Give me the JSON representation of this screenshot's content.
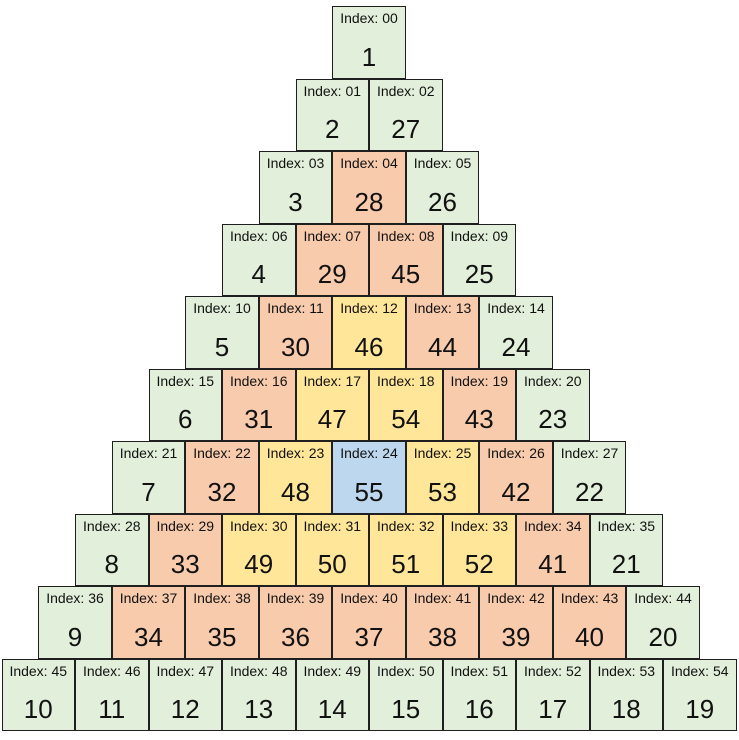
{
  "index_prefix": "Index: ",
  "colors": {
    "outer": "#e2efda",
    "band1": "#f8cbad",
    "band2": "#ffe699",
    "center": "#bdd7ee"
  },
  "rows": [
    [
      {
        "index": "00",
        "value": "1",
        "band": "outer"
      }
    ],
    [
      {
        "index": "01",
        "value": "2",
        "band": "outer"
      },
      {
        "index": "02",
        "value": "27",
        "band": "outer"
      }
    ],
    [
      {
        "index": "03",
        "value": "3",
        "band": "outer"
      },
      {
        "index": "04",
        "value": "28",
        "band": "band1"
      },
      {
        "index": "05",
        "value": "26",
        "band": "outer"
      }
    ],
    [
      {
        "index": "06",
        "value": "4",
        "band": "outer"
      },
      {
        "index": "07",
        "value": "29",
        "band": "band1"
      },
      {
        "index": "08",
        "value": "45",
        "band": "band1"
      },
      {
        "index": "09",
        "value": "25",
        "band": "outer"
      }
    ],
    [
      {
        "index": "10",
        "value": "5",
        "band": "outer"
      },
      {
        "index": "11",
        "value": "30",
        "band": "band1"
      },
      {
        "index": "12",
        "value": "46",
        "band": "band2"
      },
      {
        "index": "13",
        "value": "44",
        "band": "band1"
      },
      {
        "index": "14",
        "value": "24",
        "band": "outer"
      }
    ],
    [
      {
        "index": "15",
        "value": "6",
        "band": "outer"
      },
      {
        "index": "16",
        "value": "31",
        "band": "band1"
      },
      {
        "index": "17",
        "value": "47",
        "band": "band2"
      },
      {
        "index": "18",
        "value": "54",
        "band": "band2"
      },
      {
        "index": "19",
        "value": "43",
        "band": "band1"
      },
      {
        "index": "20",
        "value": "23",
        "band": "outer"
      }
    ],
    [
      {
        "index": "21",
        "value": "7",
        "band": "outer"
      },
      {
        "index": "22",
        "value": "32",
        "band": "band1"
      },
      {
        "index": "23",
        "value": "48",
        "band": "band2"
      },
      {
        "index": "24",
        "value": "55",
        "band": "center"
      },
      {
        "index": "25",
        "value": "53",
        "band": "band2"
      },
      {
        "index": "26",
        "value": "42",
        "band": "band1"
      },
      {
        "index": "27",
        "value": "22",
        "band": "outer"
      }
    ],
    [
      {
        "index": "28",
        "value": "8",
        "band": "outer"
      },
      {
        "index": "29",
        "value": "33",
        "band": "band1"
      },
      {
        "index": "30",
        "value": "49",
        "band": "band2"
      },
      {
        "index": "31",
        "value": "50",
        "band": "band2"
      },
      {
        "index": "32",
        "value": "51",
        "band": "band2"
      },
      {
        "index": "33",
        "value": "52",
        "band": "band2"
      },
      {
        "index": "34",
        "value": "41",
        "band": "band1"
      },
      {
        "index": "35",
        "value": "21",
        "band": "outer"
      }
    ],
    [
      {
        "index": "36",
        "value": "9",
        "band": "outer"
      },
      {
        "index": "37",
        "value": "34",
        "band": "band1"
      },
      {
        "index": "38",
        "value": "35",
        "band": "band1"
      },
      {
        "index": "39",
        "value": "36",
        "band": "band1"
      },
      {
        "index": "40",
        "value": "37",
        "band": "band1"
      },
      {
        "index": "41",
        "value": "38",
        "band": "band1"
      },
      {
        "index": "42",
        "value": "39",
        "band": "band1"
      },
      {
        "index": "43",
        "value": "40",
        "band": "band1"
      },
      {
        "index": "44",
        "value": "20",
        "band": "outer"
      }
    ],
    [
      {
        "index": "45",
        "value": "10",
        "band": "outer"
      },
      {
        "index": "46",
        "value": "11",
        "band": "outer"
      },
      {
        "index": "47",
        "value": "12",
        "band": "outer"
      },
      {
        "index": "48",
        "value": "13",
        "band": "outer"
      },
      {
        "index": "49",
        "value": "14",
        "band": "outer"
      },
      {
        "index": "50",
        "value": "15",
        "band": "outer"
      },
      {
        "index": "51",
        "value": "16",
        "band": "outer"
      },
      {
        "index": "52",
        "value": "17",
        "band": "outer"
      },
      {
        "index": "53",
        "value": "18",
        "band": "outer"
      },
      {
        "index": "54",
        "value": "19",
        "band": "outer"
      }
    ]
  ]
}
